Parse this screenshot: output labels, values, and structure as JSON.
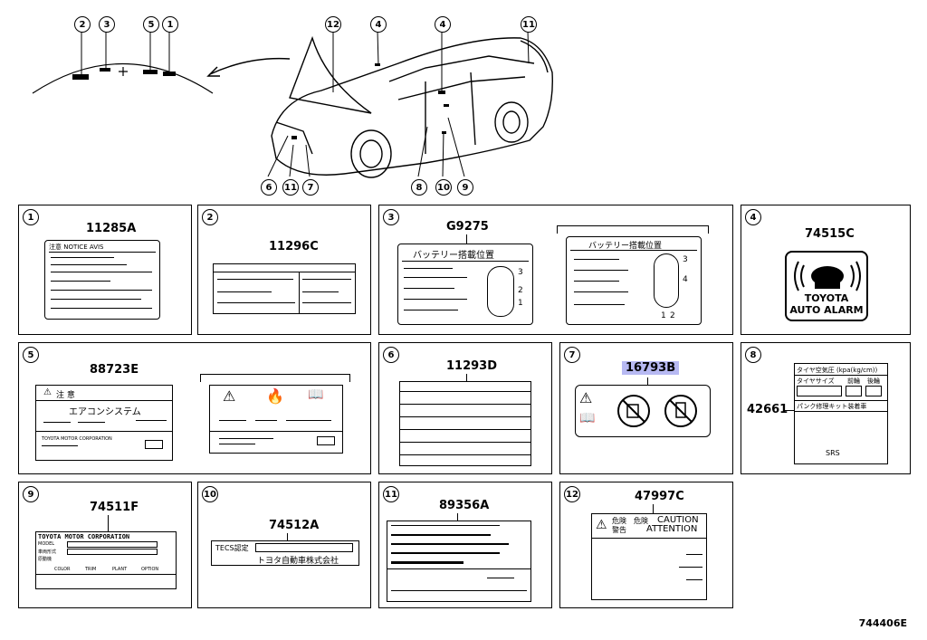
{
  "callouts": [
    "2",
    "3",
    "5",
    "1",
    "12",
    "4",
    "4",
    "11",
    "6",
    "11",
    "7",
    "8",
    "10",
    "9"
  ],
  "panels": [
    {
      "n": "1",
      "pn": "11285A",
      "title": "注意 NOTICE AVIS"
    },
    {
      "n": "2",
      "pn": "11296C"
    },
    {
      "n": "3",
      "pn": "G9275",
      "title_a": "バッテリー搭載位置",
      "title_b": "バッテリー搭載位置",
      "marks_a": [
        "3",
        "2",
        "1"
      ],
      "marks_b": [
        "3",
        "4",
        "1",
        "2"
      ]
    },
    {
      "n": "4",
      "pn": "74515C",
      "line1": "TOYOTA",
      "line2": "AUTO ALARM"
    },
    {
      "n": "5",
      "pn": "88723E",
      "warn": "注 意",
      "sys": "エアコンシステム",
      "foot1": "TOYOTA MOTOR CORPORATION"
    },
    {
      "n": "6",
      "pn": "11293D"
    },
    {
      "n": "7",
      "pn": "16793B"
    },
    {
      "n": "8",
      "pn": "42661",
      "t1": "タイヤ空気圧 (kpa(kg/cm))",
      "t2": "タイヤサイズ",
      "t3": "前輪",
      "t4": "後輪",
      "t5": "パンク修理キット装着車",
      "t6": "SRS"
    },
    {
      "n": "9",
      "pn": "74511F",
      "head": "TOYOTA MOTOR CORPORATION",
      "r1": "MODEL",
      "r2": "車両形式",
      "r3": "原動機",
      "c1": "COLOR",
      "c2": "TRIM",
      "c3": "PLANT",
      "c4": "OPTION"
    },
    {
      "n": "10",
      "pn": "74512A",
      "t1": "TECS認定",
      "t2": "トヨタ自動車株式会社"
    },
    {
      "n": "11",
      "pn": "89356A"
    },
    {
      "n": "12",
      "pn": "47997C",
      "c1": "危険",
      "c2": "危険",
      "c3": "CAUTION",
      "c4": "警告",
      "c5": "ATTENTION"
    }
  ],
  "ref_code": "744406E"
}
